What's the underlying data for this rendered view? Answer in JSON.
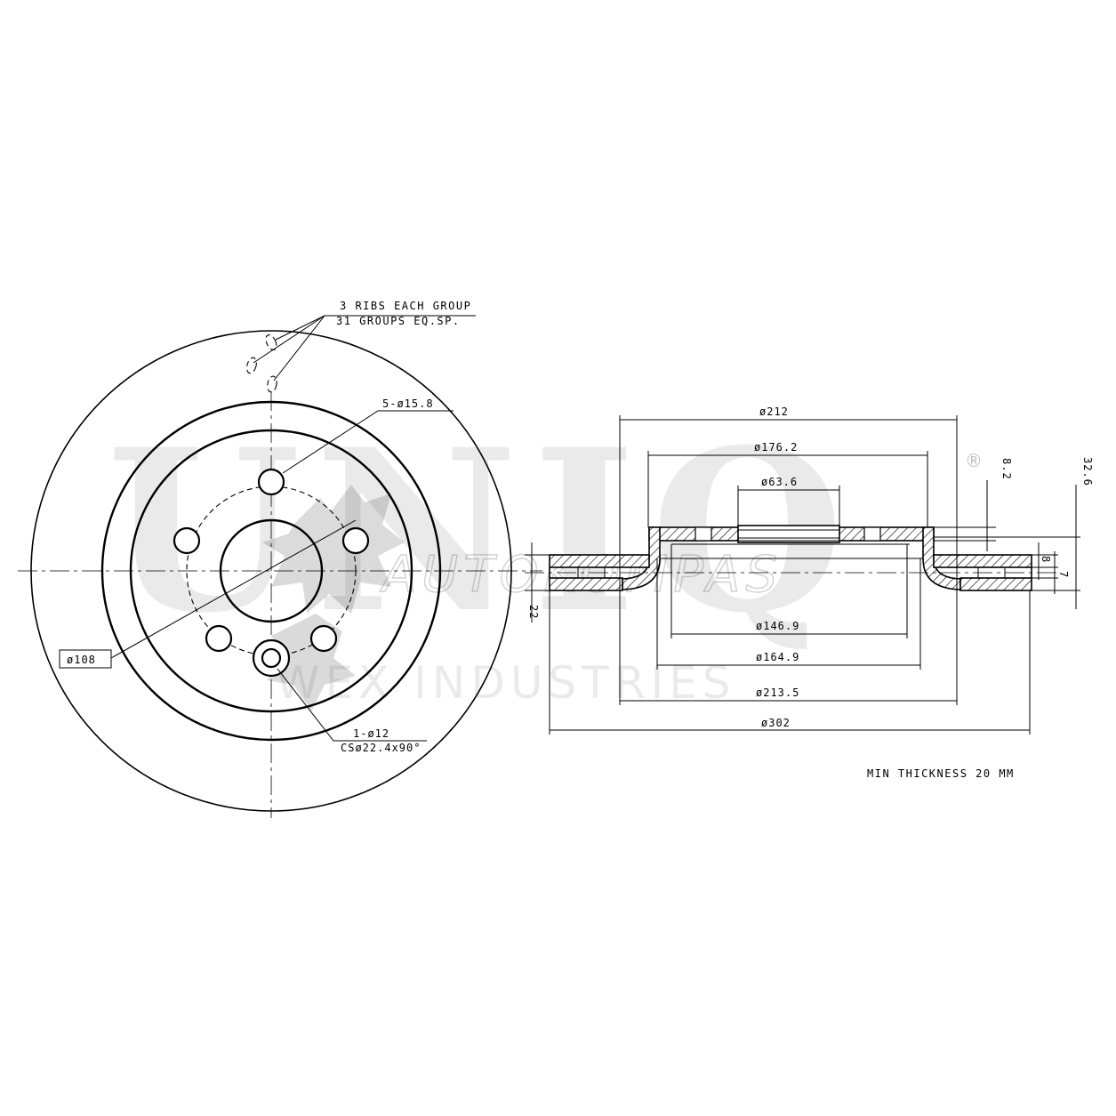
{
  "watermark": {
    "brand": "UNIQ",
    "registered": "®",
    "line2": "AUTOKOMPAS",
    "line3": "WEX INDUSTRIES"
  },
  "front_view": {
    "ribs_note_line1": "3 RIBS EACH GROUP",
    "ribs_note_line2": "31 GROUPS EQ.SP.",
    "bolt_holes": "5-ø15.8",
    "pcd": "ø108",
    "locating_hole_line1": "1-ø12",
    "locating_hole_line2": "CSø22.4x90°"
  },
  "section_view": {
    "d_212": "ø212",
    "d_176_2": "ø176.2",
    "d_63_6": "ø63.6",
    "d_146_9": "ø146.9",
    "d_164_9": "ø164.9",
    "d_213_5": "ø213.5",
    "d_302": "ø302",
    "h_8_2": "8.2",
    "h_32_6": "32.6",
    "h_8": "8",
    "h_7": "7",
    "h_22": "22"
  },
  "min_thickness_note": "MIN THICKNESS 20 MM"
}
